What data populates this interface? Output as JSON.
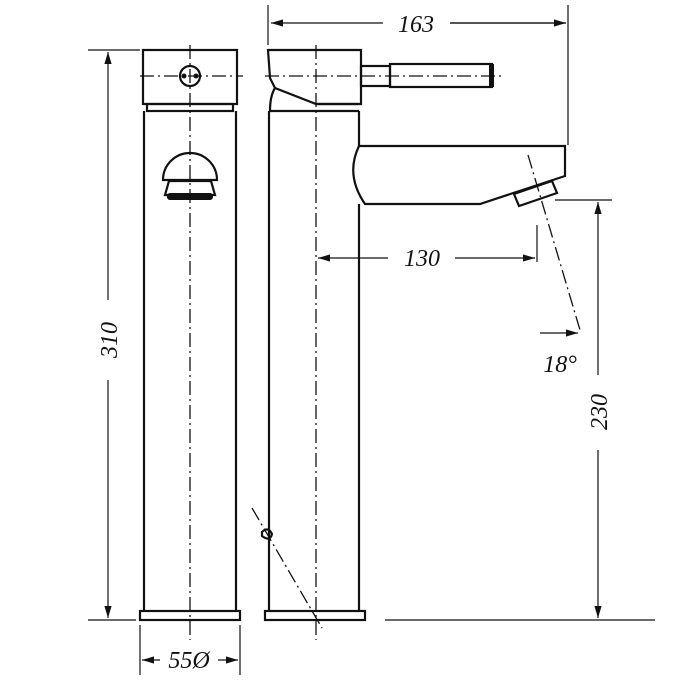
{
  "title": "Tall basin mixer technical drawing",
  "dimensions": {
    "overall_projection": "163",
    "spout_reach": "130",
    "total_height": "310",
    "spout_height": "230",
    "base_diameter": "55Ø",
    "spray_angle": "18°"
  },
  "colors": {
    "line": "#111111",
    "background": "#ffffff"
  }
}
